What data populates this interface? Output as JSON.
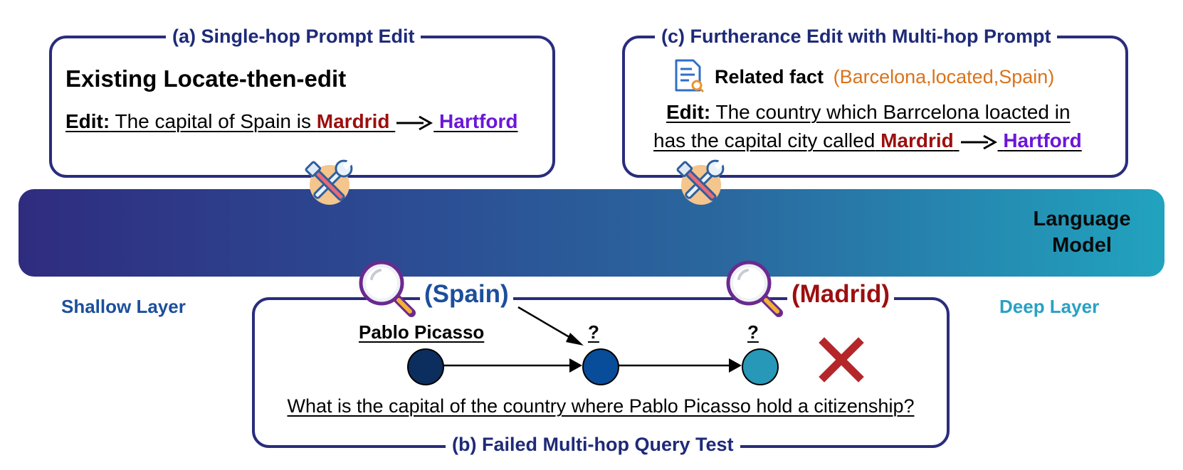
{
  "panel_a": {
    "title": "(a) Single-hop Prompt Edit",
    "heading": "Existing Locate-then-edit",
    "edit_label": "Edit:",
    "edit_text": "The capital of Spain is",
    "old_object": "Mardrid",
    "new_object": "Hartford"
  },
  "panel_c": {
    "title": "(c) Furtherance Edit with Multi-hop Prompt",
    "related_label": "Related fact",
    "related_value": "(Barcelona,located,Spain)",
    "edit_label": "Edit:",
    "edit_line1": "The country which Barrcelona loacted in",
    "edit_line2": "has the capital city called",
    "old_object": "Mardrid",
    "new_object": "Hartford"
  },
  "model": {
    "line1": "Language",
    "line2": "Model",
    "shallow": "Shallow Layer",
    "deep": "Deep Layer"
  },
  "panel_b": {
    "title": "(b) Failed Multi-hop Query Test",
    "probe1": "(Spain)",
    "probe2": "(Madrid)",
    "subject": "Pablo Picasso",
    "q1": "?",
    "q2": "?",
    "question": "What is the capital of the country where Pablo Picasso hold a citizenship?"
  },
  "colors": {
    "panel_border": "#2a2d7c",
    "title_text": "#1e2a78",
    "old_object": "#9c0f0f",
    "new_object": "#6b16d9",
    "related_value": "#d9731a",
    "shallow": "#1c4f9c",
    "deep": "#2aa0c4",
    "fail_mark": "#b5262b"
  },
  "icons": [
    "tools-icon",
    "document-search-icon",
    "magnifier-icon",
    "cross-icon",
    "arrow-right-icon"
  ]
}
